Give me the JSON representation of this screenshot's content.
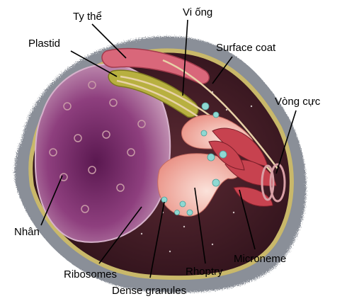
{
  "labels": {
    "ty_the": "Ty thể",
    "vi_ong": "Vi ống",
    "plastid": "Plastid",
    "surface_coat": "Surface coat",
    "vong_cuc": "Vòng cực",
    "nhan": "Nhân",
    "ribosomes": "Ribosomes",
    "rhoptry": "Rhoptry",
    "microneme": "Microneme",
    "dense_granules": "Dense granules"
  },
  "colors": {
    "surface_coat": "#8a8f98",
    "pellicle": "#c9b86a",
    "cytoplasm": "#3a1a22",
    "nucleus": "#8e3f7e",
    "nucleus_dark": "#4f1645",
    "rhoptry": "#f3b4a8",
    "microneme": "#c7424f",
    "mitochondrion": "#d9677a",
    "plastid": "#b8b040",
    "dense_granule": "#8fd8d2",
    "microtubule": "#e8d2a8"
  }
}
